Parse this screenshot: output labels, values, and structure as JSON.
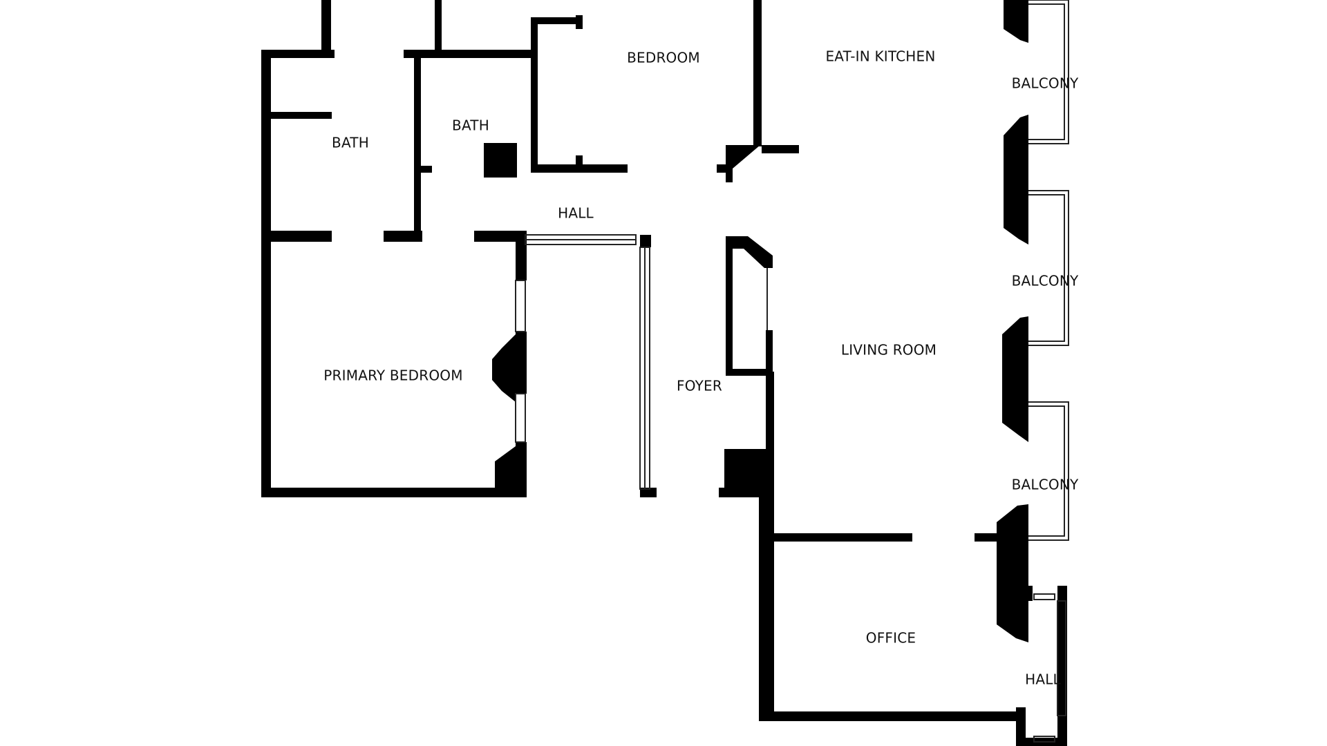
{
  "floorplan": {
    "colors": {
      "wall": "#000000",
      "background": "#ffffff",
      "window_frame": "#222222",
      "label": "#111111"
    },
    "rooms": [
      {
        "id": "bedroom",
        "label": "BEDROOM"
      },
      {
        "id": "eat-in-kitchen",
        "label": "EAT-IN KITCHEN"
      },
      {
        "id": "balcony-1",
        "label": "BALCONY"
      },
      {
        "id": "bath-left",
        "label": "BATH"
      },
      {
        "id": "bath-right",
        "label": "BATH"
      },
      {
        "id": "hall-main",
        "label": "HALL"
      },
      {
        "id": "balcony-2",
        "label": "BALCONY"
      },
      {
        "id": "living-room",
        "label": "LIVING ROOM"
      },
      {
        "id": "primary-bedroom",
        "label": "PRIMARY BEDROOM"
      },
      {
        "id": "foyer",
        "label": "FOYER"
      },
      {
        "id": "balcony-3",
        "label": "BALCONY"
      },
      {
        "id": "office",
        "label": "OFFICE"
      },
      {
        "id": "hall-small",
        "label": "HALL"
      }
    ]
  }
}
